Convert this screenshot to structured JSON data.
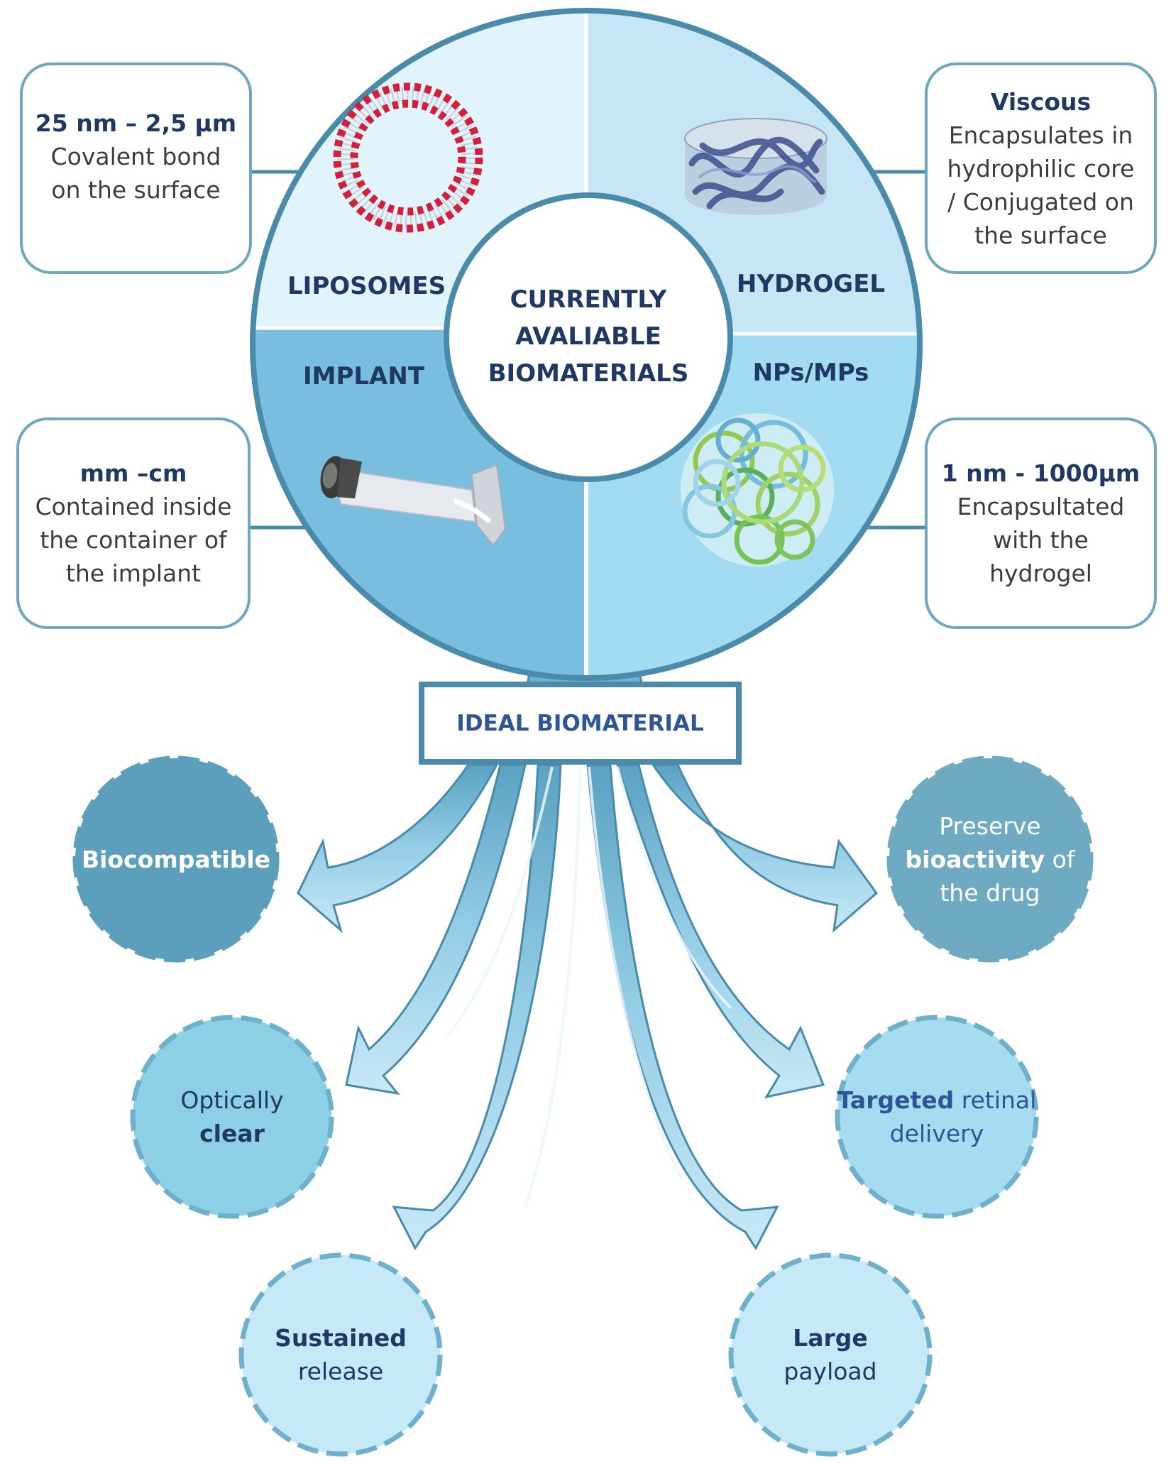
{
  "center": {
    "line1": "CURRENTLY",
    "line2": "AVALIABLE",
    "line3": "BIOMATERIALS"
  },
  "segments": {
    "liposomes": "LIPOSOMES",
    "hydrogel": "HYDROGEL",
    "implant": "IMPLANT",
    "nps_mps": "NPs/MPs"
  },
  "boxes": {
    "liposomes": {
      "title": "25 nm – 2,5 µm",
      "line1": "Covalent bond",
      "line2": "on the surface"
    },
    "hydrogel": {
      "title": "Viscous",
      "line1": "Encapsulates in",
      "line2": "hydrophilic core",
      "line3": "/ Conjugated on",
      "line4": "the surface"
    },
    "implant": {
      "title": "mm –cm",
      "line1": "Contained inside",
      "line2": "the container of",
      "line3": "the implant"
    },
    "nps_mps": {
      "title": "1 nm - 1000µm",
      "line1": "Encapsultated",
      "line2": "with the",
      "line3": "hydrogel"
    }
  },
  "ideal": "IDEAL BIOMATERIAL",
  "properties": {
    "biocompatible": {
      "bold": "Biocompatible"
    },
    "bioactivity": {
      "pre": "Preserve",
      "bold": "bioactivity",
      "post": " of",
      "line3": "the drug"
    },
    "optically": {
      "line1": "Optically",
      "bold": "clear"
    },
    "targeted": {
      "bold": "Targeted",
      "post": " retinal",
      "line2": "delivery"
    },
    "sustained": {
      "bold": "Sustained",
      "line2": "release"
    },
    "payload": {
      "bold": "Large",
      "line2": "payload"
    }
  },
  "colors": {
    "ring_border": "#4a8bab",
    "liposomes_fill": "#e1f3fb",
    "hydrogel_fill": "#c6e6f5",
    "implant_fill": "#79bede",
    "nps_fill": "#a3dcf2",
    "text_dark": "#1f3864",
    "arrow_fill": "#a4d6ea"
  }
}
